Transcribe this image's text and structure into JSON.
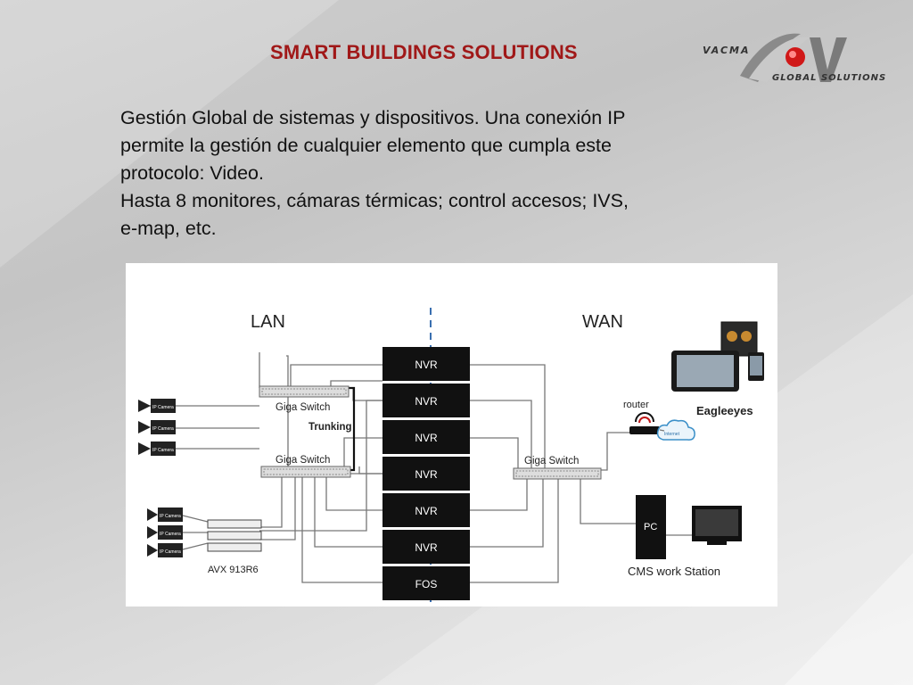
{
  "slide": {
    "title": "SMART BUILDINGS SOLUTIONS",
    "logo": {
      "brand": "VACMA",
      "tagline": "GLOBAL SOLUTIONS",
      "accent_color": "#d01818"
    },
    "body_lines": [
      "Gestión Global de sistemas y dispositivos. Una conexión IP",
      "permite la gestión de cualquier elemento que cumpla este",
      "protocolo:  Video.",
      "Hasta 8 monitores, cámaras térmicas; control accesos; IVS,",
      "e-map, etc."
    ]
  },
  "diagram": {
    "lan_label": "LAN",
    "wan_label": "WAN",
    "recorders": [
      "NVR",
      "NVR",
      "NVR",
      "NVR",
      "NVR",
      "NVR",
      "FOS"
    ],
    "switch_top": "Giga Switch",
    "switch_bottom": "Giga Switch",
    "switch_wan": "Giga Switch",
    "trunking": "Trunking",
    "camera_label": "IP Camera",
    "dvr_label": "AVX 913R6",
    "router_label": "router",
    "internet_label": "Internet",
    "mobile_label": "Eagleeyes",
    "pc_label": "PC",
    "station_label": "CMS work Station"
  }
}
